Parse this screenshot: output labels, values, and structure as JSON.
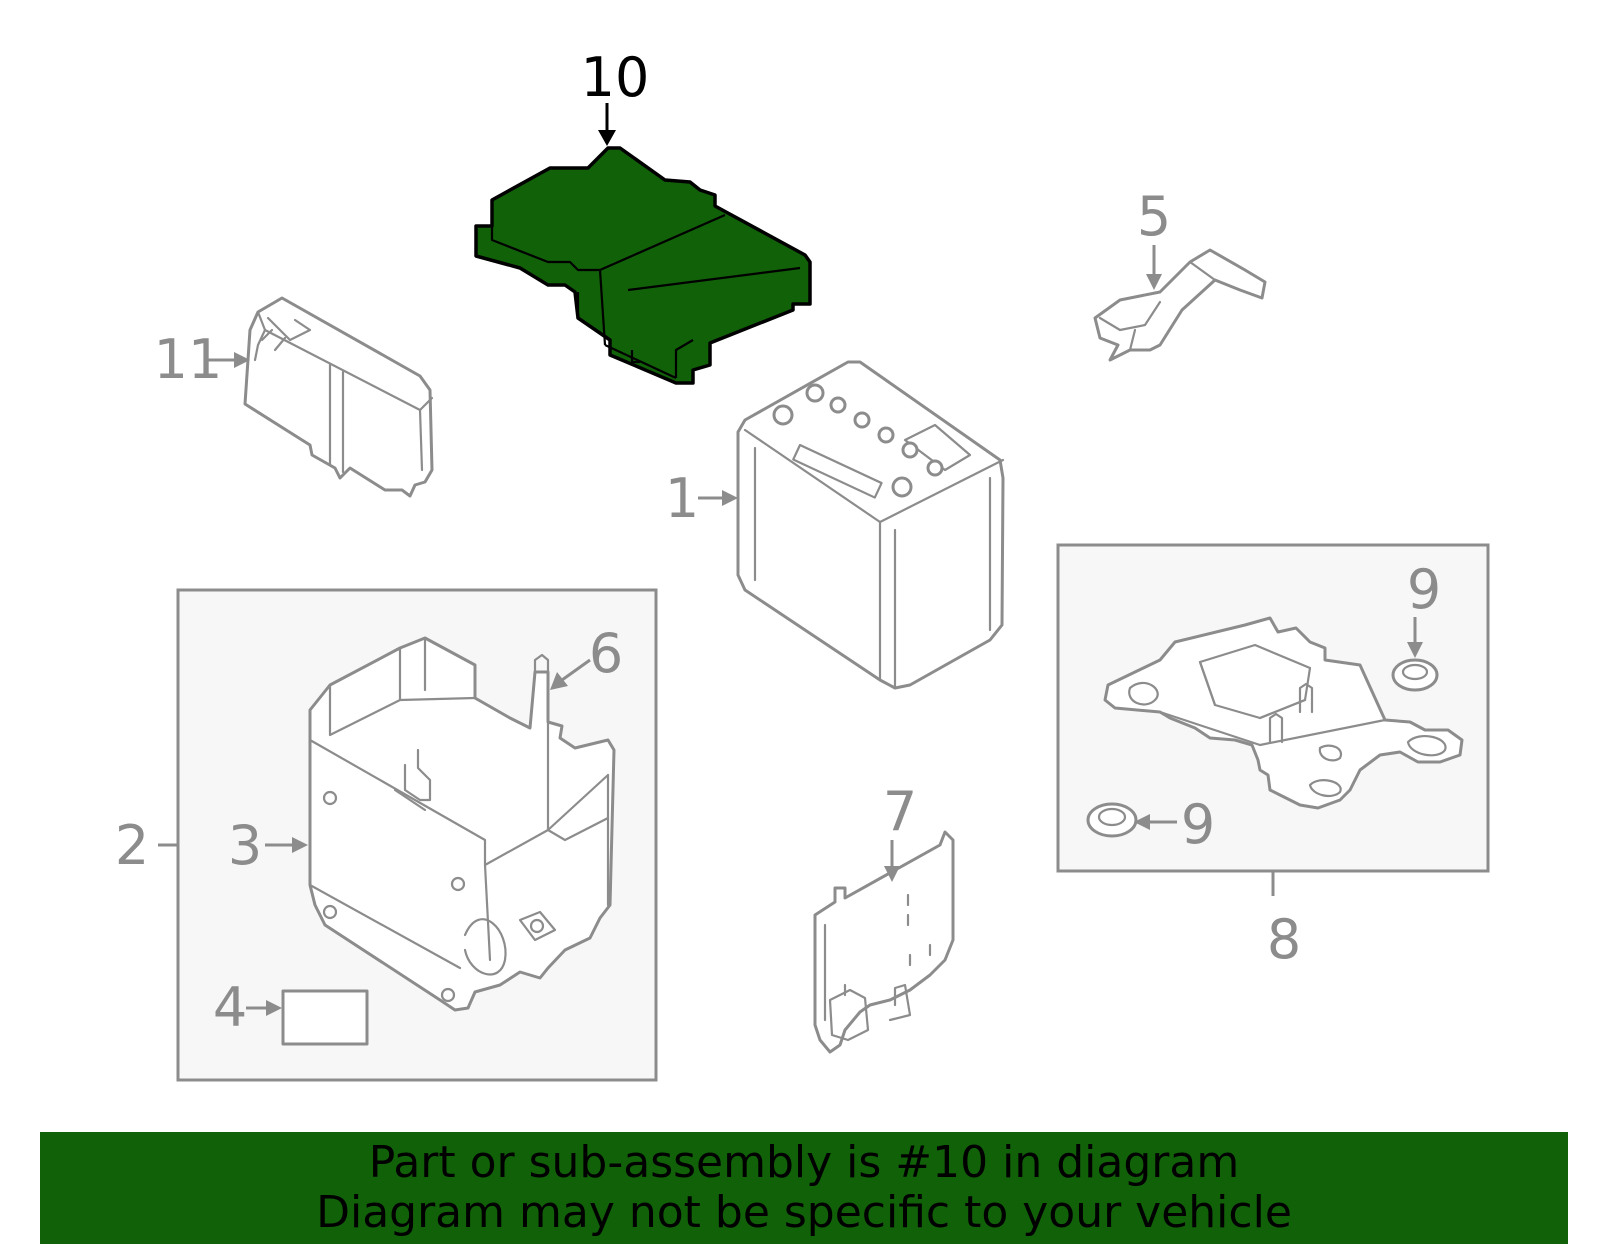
{
  "diagram": {
    "highlight_color": "#116109",
    "highlighted_part": "10",
    "callouts": {
      "c1": "1",
      "c2": "2",
      "c3": "3",
      "c4": "4",
      "c5": "5",
      "c6": "6",
      "c7": "7",
      "c8": "8",
      "c9a": "9",
      "c9b": "9",
      "c10": "10",
      "c11": "11"
    }
  },
  "banner": {
    "background": "#116109",
    "line1": "Part or sub-assembly is #10 in diagram",
    "line2": "Diagram may not be specific to your vehicle"
  }
}
